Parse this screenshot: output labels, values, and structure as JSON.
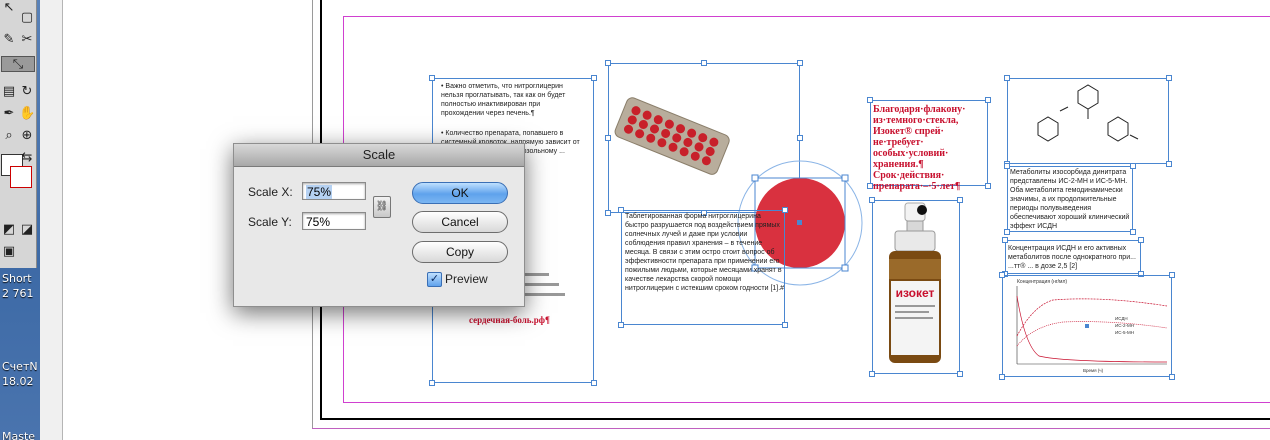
{
  "desktop": {
    "label1": "Short",
    "label2": "2 761",
    "label3": "СчетN",
    "label4": "18.02",
    "label5": "Maste"
  },
  "document": {
    "left_col_bullet1": "• Важно отметить, что нитроглицерин нельзя проглатывать, так как он будет полностью инактивирован при прохождении через печень.¶",
    "left_col_bullet2": "• Количество препарата, попавшего в системный кровоток, напрямую зависит от ... сти во рту следует ... розольному ...",
    "url_text": "сердечная-боль.рф¶",
    "red_text": "Благодаря·флакону· из·темного·стекла, Изокет® спрей· не·требует· особых·условий· хранения.¶ Срок·действия· препарата·–·5·лет¶",
    "middle_text": "Таблетированная форма нитроглицерина быстро разрушается под воздействием прямых солнечных лучей и даже при условии соблюдения правил хранения – в течение месяца. В связи с этим остро стоит вопрос об эффективности препарата при применении его пожилыми людьми, которые месяцами хранят в качестве лекарства скорой помощи нитроглицерин с истекшим сроком годности [1].#",
    "right_text1": "Метаболиты изосорбида динитрата представлены ИС-2-МН и ИС-5-МН. Оба метаболита гемодинамически значимы, а их продолжительные периоды полувыведения обеспечивают хороший клинический эффект ИСДН",
    "right_text2": "Концентрация ИСДН и его активных метаболитов после однократного при... ...тт® ... в дозе 2,5 [2]",
    "bottle_label": "изокет",
    "chart_title": "Концентрация (нг/мл)",
    "chart_xlabel": "Время (ч)",
    "chart_legend": [
      "ИСДН",
      "ИС-2-МН",
      "ИС-5-МН"
    ]
  },
  "dialog": {
    "title": "Scale",
    "scale_x_label": "Scale X:",
    "scale_x_value": "75%",
    "scale_y_label": "Scale Y:",
    "scale_y_value": "75%",
    "ok_label": "OK",
    "cancel_label": "Cancel",
    "copy_label": "Copy",
    "preview_label": "Preview",
    "preview_checked": true
  },
  "colors": {
    "accent_blue": "#4a86d0",
    "margin_magenta": "#d040d0",
    "brand_red": "#c8102e"
  }
}
